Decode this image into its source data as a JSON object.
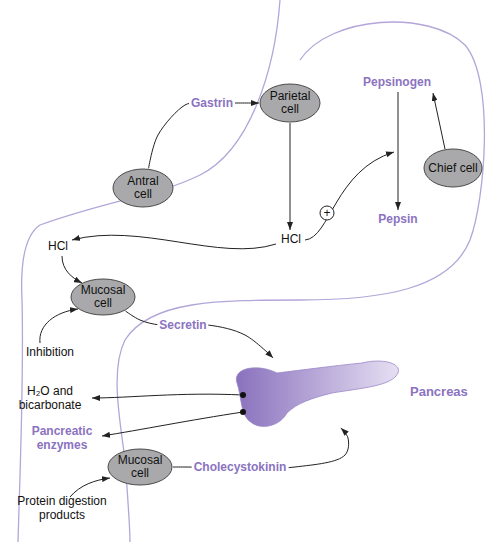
{
  "diagram": {
    "nodes": [
      {
        "text": [
          "Parietal cell"
        ]
      },
      {
        "text": [
          "Chief cell"
        ]
      },
      {
        "text": [
          "Antral cell"
        ]
      },
      {
        "text": [
          "Mucosal cell"
        ]
      },
      {
        "text": [
          "Pancreas"
        ]
      },
      {
        "text": [
          "Mucosal cell"
        ]
      }
    ],
    "edges": [
      {
        "from": 2,
        "to": 0,
        "label": "Gastrin",
        "arrow": "to"
      },
      {
        "from": 3,
        "to": 4,
        "label": "Secretin",
        "arrow": "to"
      },
      {
        "from": 5,
        "to": 4,
        "label": "Cholecystokinin",
        "arrow": "to"
      }
    ],
    "labels": [
      "Pepsinogen",
      "Pepsin",
      "HCl",
      "+",
      "HCl",
      "Inhibition",
      "H₂O and bicarbonate",
      "Pancreatic enzymes",
      "Protein digestion products"
    ]
  }
}
